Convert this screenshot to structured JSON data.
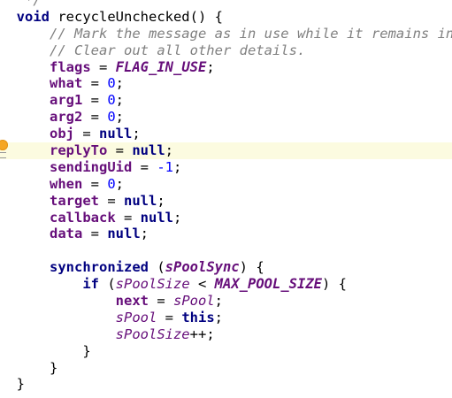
{
  "editor": {
    "lines": [
      {
        "indent": "   ",
        "tokens": [
          {
            "t": "*/",
            "c": "cm"
          }
        ]
      },
      {
        "indent": "  ",
        "tokens": [
          {
            "t": "void",
            "c": "kw"
          },
          {
            "t": " recycleUnchecked() {",
            "c": "fn"
          }
        ]
      },
      {
        "indent": "      ",
        "tokens": [
          {
            "t": "// Mark the message as in use while it remains in the recycled object pool.",
            "c": "cm"
          }
        ]
      },
      {
        "indent": "      ",
        "tokens": [
          {
            "t": "// Clear out all other details.",
            "c": "cm"
          }
        ]
      },
      {
        "indent": "      ",
        "tokens": [
          {
            "t": "flags",
            "c": "fd"
          },
          {
            "t": " = ",
            "c": "pl"
          },
          {
            "t": "FLAG_IN_USE",
            "c": "cs"
          },
          {
            "t": ";",
            "c": "pl"
          }
        ]
      },
      {
        "indent": "      ",
        "tokens": [
          {
            "t": "what",
            "c": "fd"
          },
          {
            "t": " = ",
            "c": "pl"
          },
          {
            "t": "0",
            "c": "nm"
          },
          {
            "t": ";",
            "c": "pl"
          }
        ]
      },
      {
        "indent": "      ",
        "tokens": [
          {
            "t": "arg1",
            "c": "fd"
          },
          {
            "t": " = ",
            "c": "pl"
          },
          {
            "t": "0",
            "c": "nm"
          },
          {
            "t": ";",
            "c": "pl"
          }
        ]
      },
      {
        "indent": "      ",
        "tokens": [
          {
            "t": "arg2",
            "c": "fd"
          },
          {
            "t": " = ",
            "c": "pl"
          },
          {
            "t": "0",
            "c": "nm"
          },
          {
            "t": ";",
            "c": "pl"
          }
        ]
      },
      {
        "indent": "      ",
        "tokens": [
          {
            "t": "obj",
            "c": "fd"
          },
          {
            "t": " = ",
            "c": "pl"
          },
          {
            "t": "null",
            "c": "kw"
          },
          {
            "t": ";",
            "c": "pl"
          }
        ]
      },
      {
        "indent": "      ",
        "highlight": true,
        "tokens": [
          {
            "t": "replyTo",
            "c": "fd"
          },
          {
            "t": " = ",
            "c": "pl"
          },
          {
            "t": "null",
            "c": "kw"
          },
          {
            "t": ";",
            "c": "pl"
          }
        ]
      },
      {
        "indent": "      ",
        "tokens": [
          {
            "t": "sendingUid",
            "c": "fd"
          },
          {
            "t": " = ",
            "c": "pl"
          },
          {
            "t": "-1",
            "c": "nm"
          },
          {
            "t": ";",
            "c": "pl"
          }
        ]
      },
      {
        "indent": "      ",
        "tokens": [
          {
            "t": "when",
            "c": "fd"
          },
          {
            "t": " = ",
            "c": "pl"
          },
          {
            "t": "0",
            "c": "nm"
          },
          {
            "t": ";",
            "c": "pl"
          }
        ]
      },
      {
        "indent": "      ",
        "tokens": [
          {
            "t": "target",
            "c": "fd"
          },
          {
            "t": " = ",
            "c": "pl"
          },
          {
            "t": "null",
            "c": "kw"
          },
          {
            "t": ";",
            "c": "pl"
          }
        ]
      },
      {
        "indent": "      ",
        "tokens": [
          {
            "t": "callback",
            "c": "fd"
          },
          {
            "t": " = ",
            "c": "pl"
          },
          {
            "t": "null",
            "c": "kw"
          },
          {
            "t": ";",
            "c": "pl"
          }
        ]
      },
      {
        "indent": "      ",
        "tokens": [
          {
            "t": "data",
            "c": "fd"
          },
          {
            "t": " = ",
            "c": "pl"
          },
          {
            "t": "null",
            "c": "kw"
          },
          {
            "t": ";",
            "c": "pl"
          }
        ]
      },
      {
        "indent": "",
        "tokens": []
      },
      {
        "indent": "      ",
        "tokens": [
          {
            "t": "synchronized",
            "c": "kw"
          },
          {
            "t": " (",
            "c": "pl"
          },
          {
            "t": "sPoolSync",
            "c": "cs"
          },
          {
            "t": ") {",
            "c": "pl"
          }
        ]
      },
      {
        "indent": "          ",
        "tokens": [
          {
            "t": "if",
            "c": "kw"
          },
          {
            "t": " (",
            "c": "pl"
          },
          {
            "t": "sPoolSize",
            "c": "st"
          },
          {
            "t": " < ",
            "c": "pl"
          },
          {
            "t": "MAX_POOL_SIZE",
            "c": "cs"
          },
          {
            "t": ") {",
            "c": "pl"
          }
        ]
      },
      {
        "indent": "              ",
        "tokens": [
          {
            "t": "next",
            "c": "fd"
          },
          {
            "t": " = ",
            "c": "pl"
          },
          {
            "t": "sPool",
            "c": "st"
          },
          {
            "t": ";",
            "c": "pl"
          }
        ]
      },
      {
        "indent": "              ",
        "tokens": [
          {
            "t": "sPool",
            "c": "st"
          },
          {
            "t": " = ",
            "c": "pl"
          },
          {
            "t": "this",
            "c": "kw"
          },
          {
            "t": ";",
            "c": "pl"
          }
        ]
      },
      {
        "indent": "              ",
        "tokens": [
          {
            "t": "sPoolSize",
            "c": "st"
          },
          {
            "t": "++;",
            "c": "pl"
          }
        ]
      },
      {
        "indent": "          ",
        "tokens": [
          {
            "t": "}",
            "c": "pl"
          }
        ]
      },
      {
        "indent": "      ",
        "tokens": [
          {
            "t": "}",
            "c": "pl"
          }
        ]
      },
      {
        "indent": "  ",
        "tokens": [
          {
            "t": "}",
            "c": "pl"
          }
        ]
      }
    ]
  },
  "gutter": {
    "icons": [
      "intention-bulb-icon",
      "quick-fix-lines-icon"
    ]
  },
  "colors": {
    "keyword": "#000080",
    "field": "#660e7a",
    "comment": "#808080",
    "number": "#0000ff",
    "bulb": "#f5a623",
    "line_highlight": "#fcfbe0"
  }
}
